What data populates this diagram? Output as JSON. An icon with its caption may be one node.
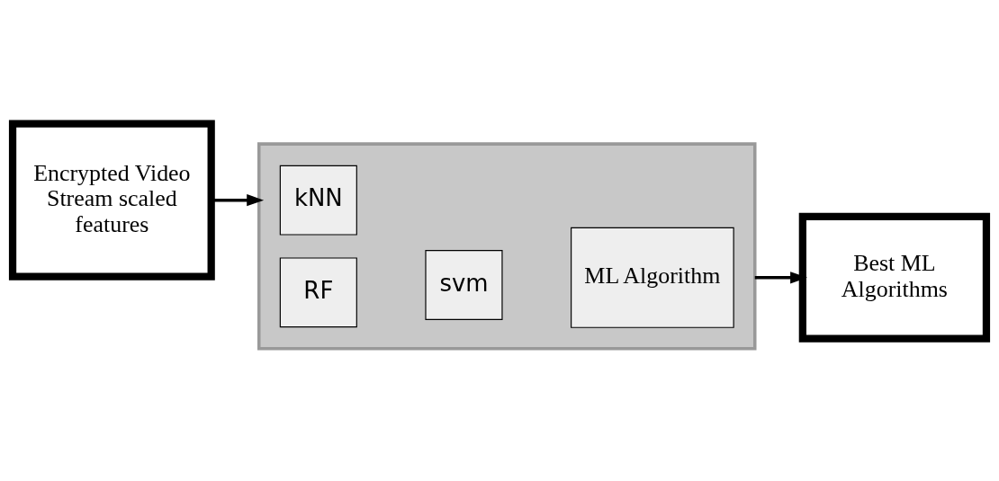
{
  "diagram": {
    "nodes": [
      {
        "text": [
          "Encrypted Video Stream scaled features"
        ]
      },
      {
        "text": [],
        "shape": "box"
      },
      {
        "text": [
          "kNN"
        ],
        "in": 1
      },
      {
        "text": [
          "RF"
        ],
        "in": 1
      },
      {
        "text": [
          "svm"
        ],
        "in": 1
      },
      {
        "text": [
          "ML Algorithm"
        ],
        "in": 1
      },
      {
        "text": [
          "Best ML Algorithms"
        ]
      }
    ],
    "edges": [
      {
        "from": 0,
        "to": 1,
        "arrow": "to"
      },
      {
        "from": 1,
        "to": 6,
        "arrow": "to"
      }
    ]
  }
}
